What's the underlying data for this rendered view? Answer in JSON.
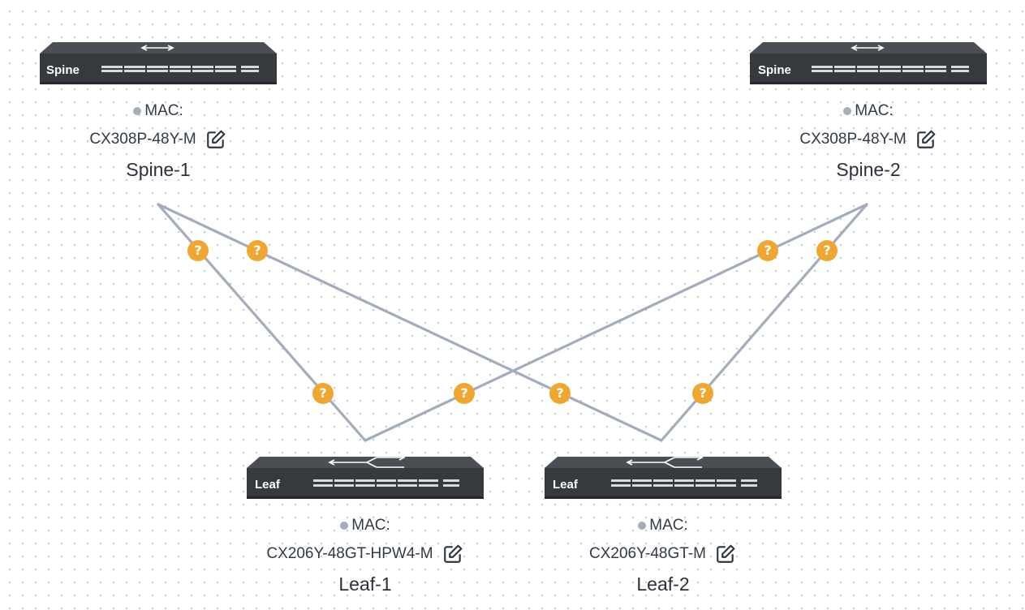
{
  "nodes": [
    {
      "id": "spine1",
      "role": "Spine",
      "mac_label": "MAC:",
      "model": "CX308P-48Y-M",
      "name": "Spine-1"
    },
    {
      "id": "spine2",
      "role": "Spine",
      "mac_label": "MAC:",
      "model": "CX308P-48Y-M",
      "name": "Spine-2"
    },
    {
      "id": "leaf1",
      "role": "Leaf",
      "mac_label": "MAC:",
      "model": "CX206Y-48GT-HPW4-M",
      "name": "Leaf-1"
    },
    {
      "id": "leaf2",
      "role": "Leaf",
      "mac_label": "MAC:",
      "model": "CX206Y-48GT-M",
      "name": "Leaf-2"
    }
  ],
  "links": [
    {
      "from": "Spine-1",
      "to": "Leaf-1",
      "status_symbol": "?"
    },
    {
      "from": "Spine-1",
      "to": "Leaf-2",
      "status_symbol": "?"
    },
    {
      "from": "Spine-2",
      "to": "Leaf-1",
      "status_symbol": "?"
    },
    {
      "from": "Spine-2",
      "to": "Leaf-2",
      "status_symbol": "?"
    }
  ],
  "colors": {
    "link_line": "#a3acbb",
    "link_status_unknown": "#f0a732",
    "device_body": "#3a3d42",
    "status_dot": "#a7adb8"
  },
  "icons": {
    "device": "switch-icon",
    "edit": "edit-icon",
    "link_status": "question-icon"
  }
}
